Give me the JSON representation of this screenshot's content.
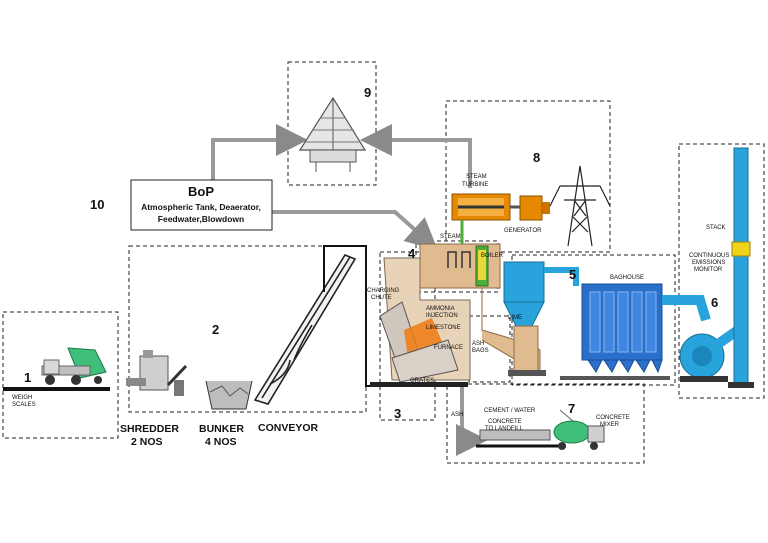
{
  "sections": {
    "s1": "1",
    "s2": "2",
    "s3": "3",
    "s4": "4",
    "s5": "5",
    "s6": "6",
    "s7": "7",
    "s8": "8",
    "s9": "9",
    "s10": "10"
  },
  "labels": {
    "weigh_scales_1": "WEIGH",
    "weigh_scales_2": "SCALES",
    "shredder": "SHREDDER",
    "shredder_count": "2 NOS",
    "bunker": "BUNKER",
    "bunker_count": "4 NOS",
    "conveyor": "CONVEYOR",
    "charging_chute_1": "CHARGING",
    "charging_chute_2": "CHUTE",
    "ammonia_1": "AMMONIA",
    "ammonia_2": "INJECTION",
    "limestone": "LIMESTONE",
    "furnace": "FURNACE",
    "grates": "GRATES",
    "steam": "STEAM",
    "boiler": "BOILER",
    "ash_bags_1": "ASH",
    "ash_bags_2": "BAGS",
    "lime": "LIME",
    "baghouse": "BAGHOUSE",
    "steam_turbine_1": "STEAM",
    "steam_turbine_2": "TURBINE",
    "generator": "GENERATOR",
    "stack": "STACK",
    "cems_1": "CONTINUOUS",
    "cems_2": "EMISSIONS",
    "cems_3": "MONITOR",
    "cement_water": "CEMENT / WATER",
    "ash": "ASH",
    "concrete_landfill_1": "CONCRETE",
    "concrete_landfill_2": "TO LANDFILL",
    "concrete_mixer_1": "CONCRETE",
    "concrete_mixer_2": "MIXER"
  },
  "bop": {
    "title": "BoP",
    "line1": "Atmospheric Tank, Deaerator,",
    "line2": "Feedwater,Blowdown"
  },
  "colors": {
    "duct_blue": "#29a3db",
    "baghouse_blue": "#2a6fc9",
    "furnace_tan": "#e0bb8f",
    "flame": "#f07a12",
    "turbine_orange": "#e58a00",
    "boiler_green": "#4caf3a",
    "stack_yellow": "#f2d21b",
    "truck_green": "#3fbf7a",
    "pipe_grey": "#9a9a9a"
  },
  "icons": {
    "truck": "dump-truck-icon",
    "shredder": "shredder-icon",
    "bunker": "bunker-icon",
    "conveyor": "conveyor-icon",
    "turbine": "steam-turbine-icon",
    "tower": "transmission-tower-icon",
    "condenser": "condenser-icon",
    "mixer": "concrete-mixer-truck-icon"
  }
}
